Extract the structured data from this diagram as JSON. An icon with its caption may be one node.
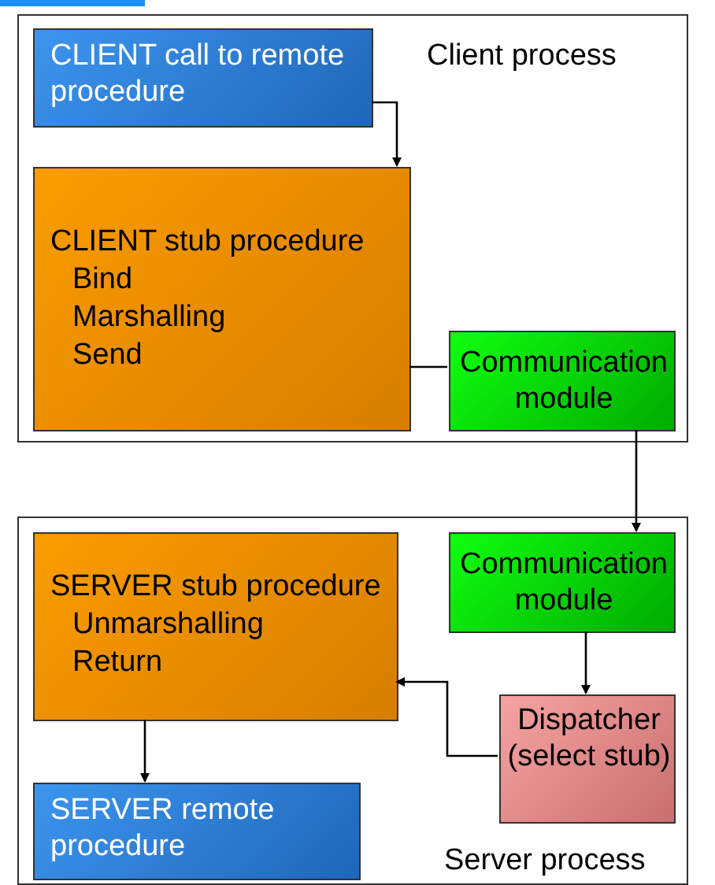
{
  "diagram": {
    "nodes": [
      {
        "text": [
          "Client process"
        ]
      },
      {
        "text": [
          "CLIENT call to remote procedure"
        ],
        "in": 0
      },
      {
        "text": [
          "CLIENT stub procedure",
          "Bind",
          "Marshalling",
          "Send"
        ],
        "in": 0
      },
      {
        "text": [
          "Communication module"
        ],
        "in": 0
      },
      {
        "text": [
          "Server process"
        ]
      },
      {
        "text": [
          "SERVER stub procedure",
          "Unmarshalling",
          "Return"
        ],
        "in": 4
      },
      {
        "text": [
          "Communication module"
        ],
        "in": 4
      },
      {
        "text": [
          "Dispatcher (select stub)"
        ],
        "in": 4
      },
      {
        "text": [
          "SERVER remote procedure"
        ],
        "in": 4
      }
    ],
    "edges": [
      {
        "from": 1,
        "to": 2,
        "arrow": "to"
      },
      {
        "from": 2,
        "to": 3,
        "arrow": "none"
      },
      {
        "from": 3,
        "to": 6,
        "arrow": "to"
      },
      {
        "from": 6,
        "to": 7,
        "arrow": "to"
      },
      {
        "from": 7,
        "to": 5,
        "arrow": "to"
      },
      {
        "from": 5,
        "to": 8,
        "arrow": "to"
      }
    ]
  }
}
